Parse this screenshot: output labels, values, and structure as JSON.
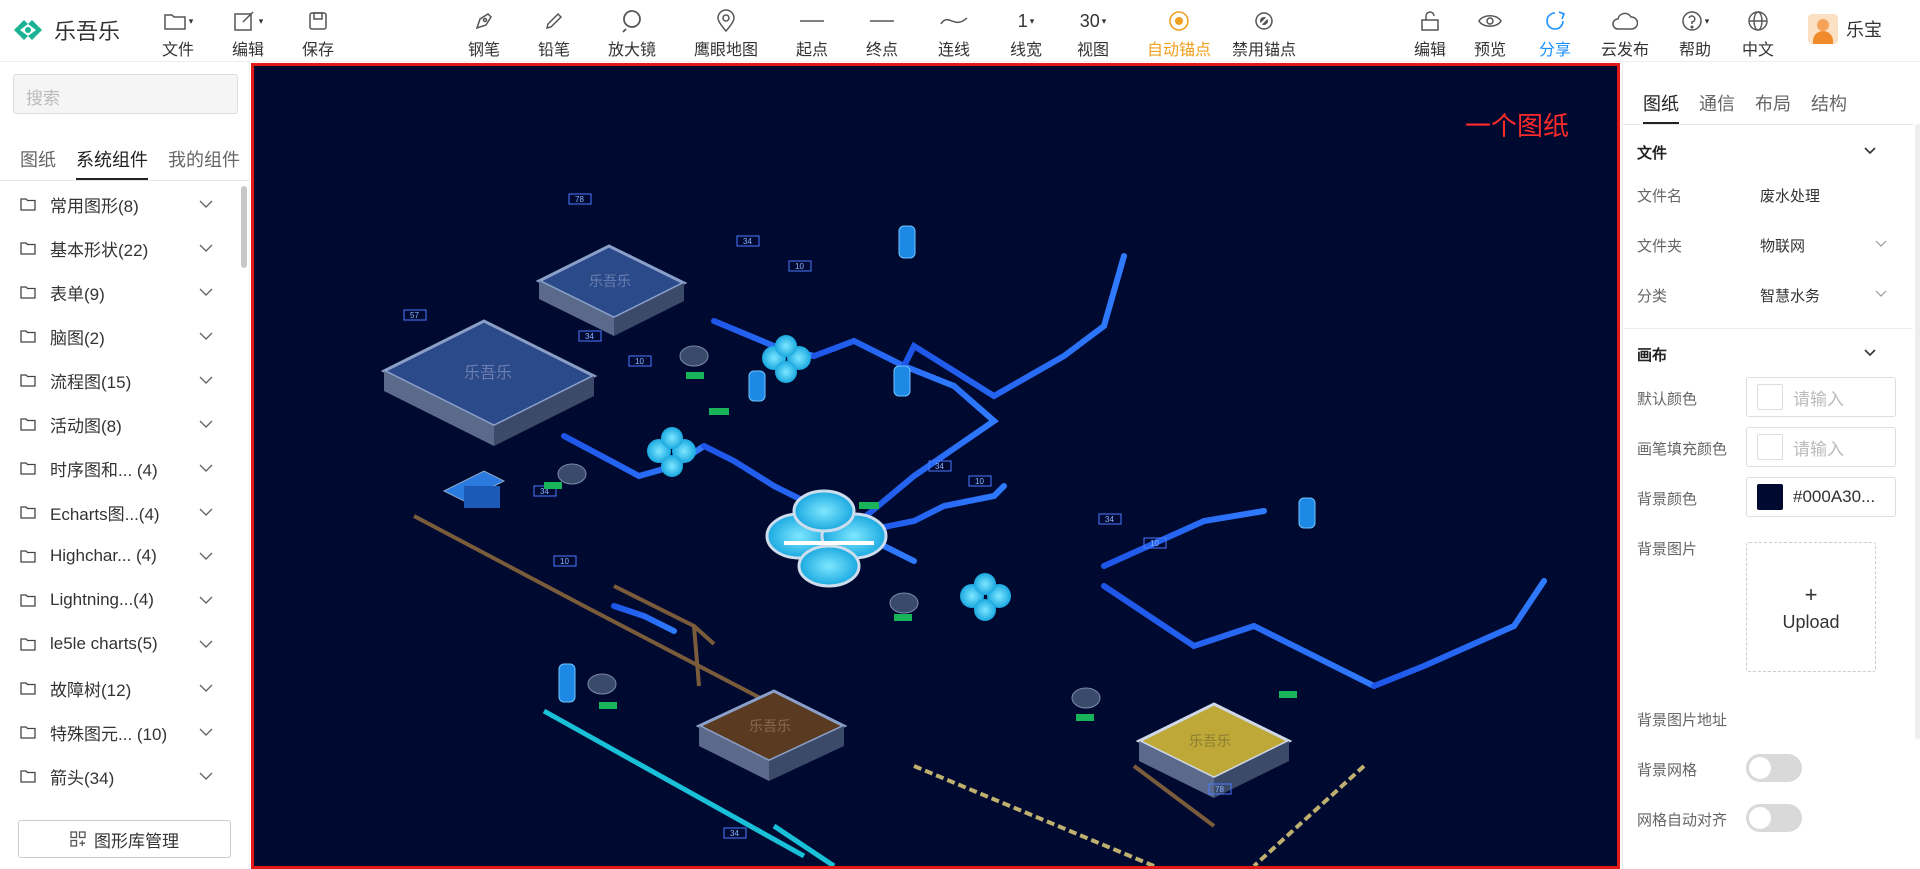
{
  "app": {
    "name": "乐吾乐",
    "user": "乐宝"
  },
  "toolbar": {
    "left": [
      {
        "id": "file",
        "label": "文件",
        "icon": "folder-icon",
        "caret": true
      },
      {
        "id": "edit",
        "label": "编辑",
        "icon": "edit-icon",
        "caret": true
      },
      {
        "id": "save",
        "label": "保存",
        "icon": "save-icon",
        "caret": false
      }
    ],
    "center": [
      {
        "id": "pen",
        "label": "钢笔",
        "icon": "pen-icon"
      },
      {
        "id": "pencil",
        "label": "铅笔",
        "icon": "pencil-icon"
      },
      {
        "id": "magnifier",
        "label": "放大镜",
        "icon": "magnifier-icon"
      },
      {
        "id": "minimap",
        "label": "鹰眼地图",
        "icon": "location-icon"
      },
      {
        "id": "start",
        "label": "起点",
        "icon": "line-icon"
      },
      {
        "id": "end",
        "label": "终点",
        "icon": "line-icon"
      },
      {
        "id": "connect",
        "label": "连线",
        "icon": "curve-icon"
      },
      {
        "id": "linewidth",
        "label": "线宽",
        "value": "1",
        "caret": true
      },
      {
        "id": "view",
        "label": "视图",
        "value": "30",
        "caret": true
      },
      {
        "id": "autoanchor",
        "label": "自动锚点",
        "icon": "anchor-on-icon",
        "active": true
      },
      {
        "id": "disableanchor",
        "label": "禁用锚点",
        "icon": "anchor-off-icon"
      }
    ],
    "right": [
      {
        "id": "unlock",
        "label": "编辑",
        "icon": "unlock-icon"
      },
      {
        "id": "preview",
        "label": "预览",
        "icon": "eye-icon"
      },
      {
        "id": "share",
        "label": "分享",
        "icon": "share-icon",
        "blue": true
      },
      {
        "id": "publish",
        "label": "云发布",
        "icon": "cloud-icon"
      },
      {
        "id": "help",
        "label": "帮助",
        "icon": "help-icon",
        "caret": true
      },
      {
        "id": "lang",
        "label": "中文",
        "icon": "globe-icon"
      }
    ]
  },
  "left": {
    "search_placeholder": "搜索",
    "tabs": [
      "图纸",
      "系统组件",
      "我的组件"
    ],
    "active_tab": 1,
    "items": [
      "常用图形(8)",
      "基本形状(22)",
      "表单(9)",
      "脑图(2)",
      "流程图(15)",
      "活动图(8)",
      "时序图和... (4)",
      "Echarts图...(4)",
      "Highchar... (4)",
      "Lightning...(4)",
      "le5le charts(5)",
      "故障树(12)",
      "特殊图元... (10)",
      "箭头(34)"
    ],
    "manage_button": "图形库管理"
  },
  "canvas": {
    "title": "一个图纸",
    "background": "#000A30",
    "watermark": "乐吾乐",
    "labels": {
      "tank1": "57",
      "tank2": "78",
      "flow1": "34",
      "press1": "10",
      "flow2": "34",
      "press2": "10",
      "flow3": "34",
      "press3": "10",
      "flow4": "34",
      "press4": "10",
      "flow5": "34",
      "press5": "10",
      "tank_end": "78",
      "flow6": "34"
    }
  },
  "right": {
    "tabs": [
      "图纸",
      "通信",
      "布局",
      "结构"
    ],
    "active_tab": 0,
    "file_section": "文件",
    "fields": [
      {
        "label": "文件名",
        "value": "废水处理"
      },
      {
        "label": "文件夹",
        "value": "物联网",
        "select": true
      },
      {
        "label": "分类",
        "value": "智慧水务",
        "select": true
      }
    ],
    "canvas_section": "画布",
    "default_color_label": "默认颜色",
    "default_color_placeholder": "请输入",
    "fill_color_label": "画笔填充颜色",
    "fill_color_placeholder": "请输入",
    "bg_color_label": "背景颜色",
    "bg_color_value": "#000A30...",
    "bg_image_label": "背景图片",
    "upload_label": "Upload",
    "bg_image_url_label": "背景图片地址",
    "grid_label": "背景网格",
    "grid_align_label": "网格自动对齐"
  }
}
